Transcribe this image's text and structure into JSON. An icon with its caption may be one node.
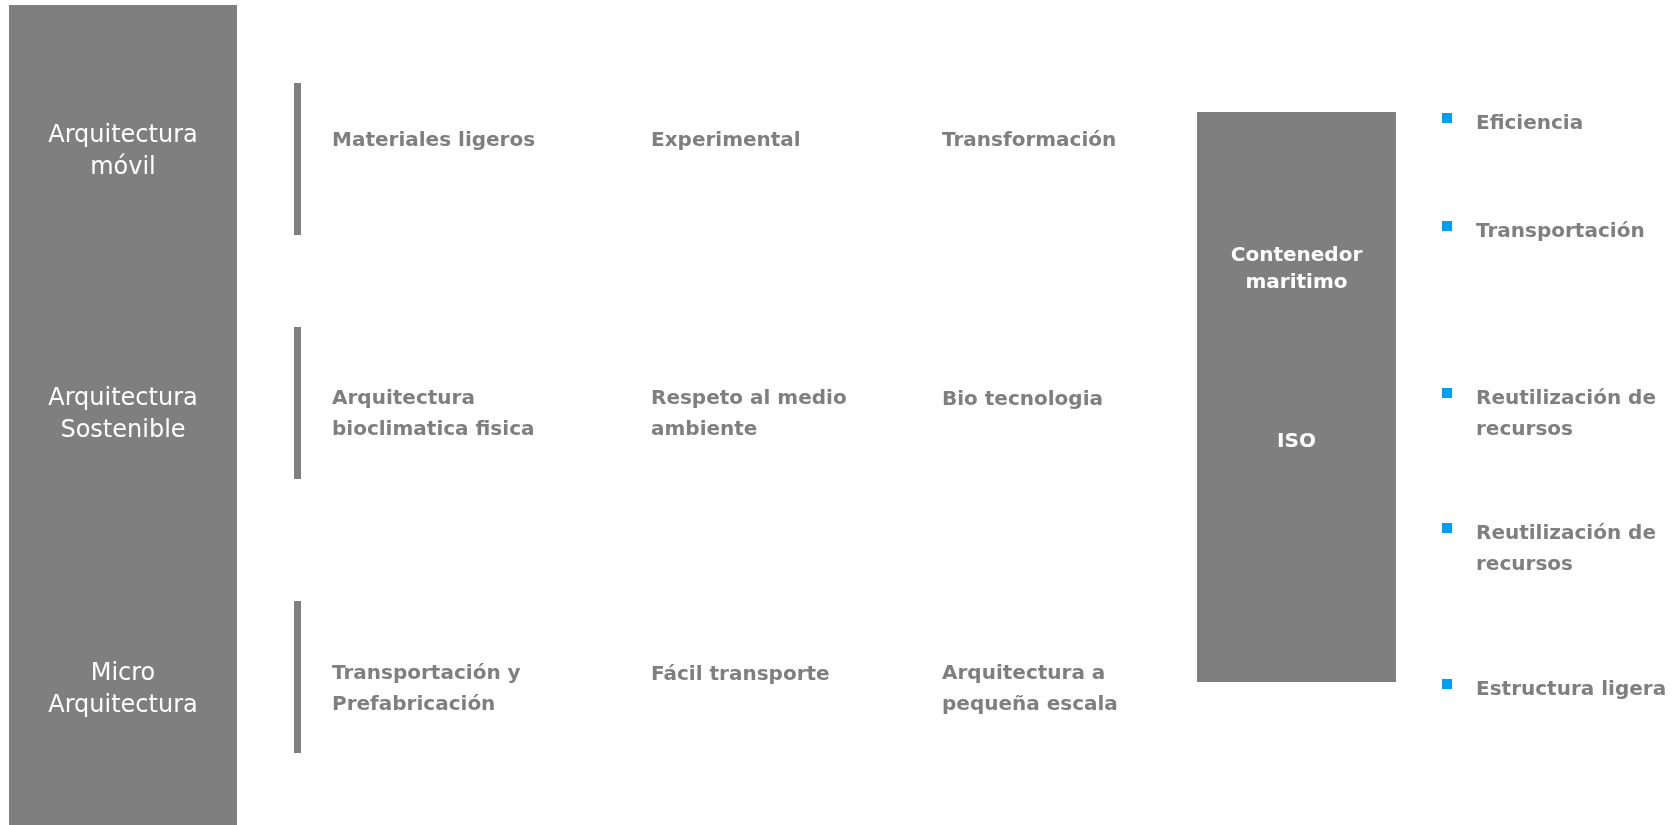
{
  "diagram": {
    "nodes": [
      {
        "text": [
          "Arquitectura móvil",
          "Arquitectura Sostenible",
          "Micro Arquitectura"
        ]
      },
      {
        "text": [
          "Contenedor maritimo",
          "ISO"
        ]
      }
    ],
    "labels": [
      "Materiales ligeros",
      "Experimental",
      "Transformación",
      "Eficiencia",
      "Transportación",
      "Arquitectura bioclimatica fisica",
      "Respeto al medio ambiente",
      "Bio tecnologia",
      "Reutilización de recursos",
      "Reutilización de recursos",
      "Transportación y Prefabricación",
      "Fácil transporte",
      "Arquitectura a pequeña escala",
      "Estructura ligera"
    ]
  }
}
